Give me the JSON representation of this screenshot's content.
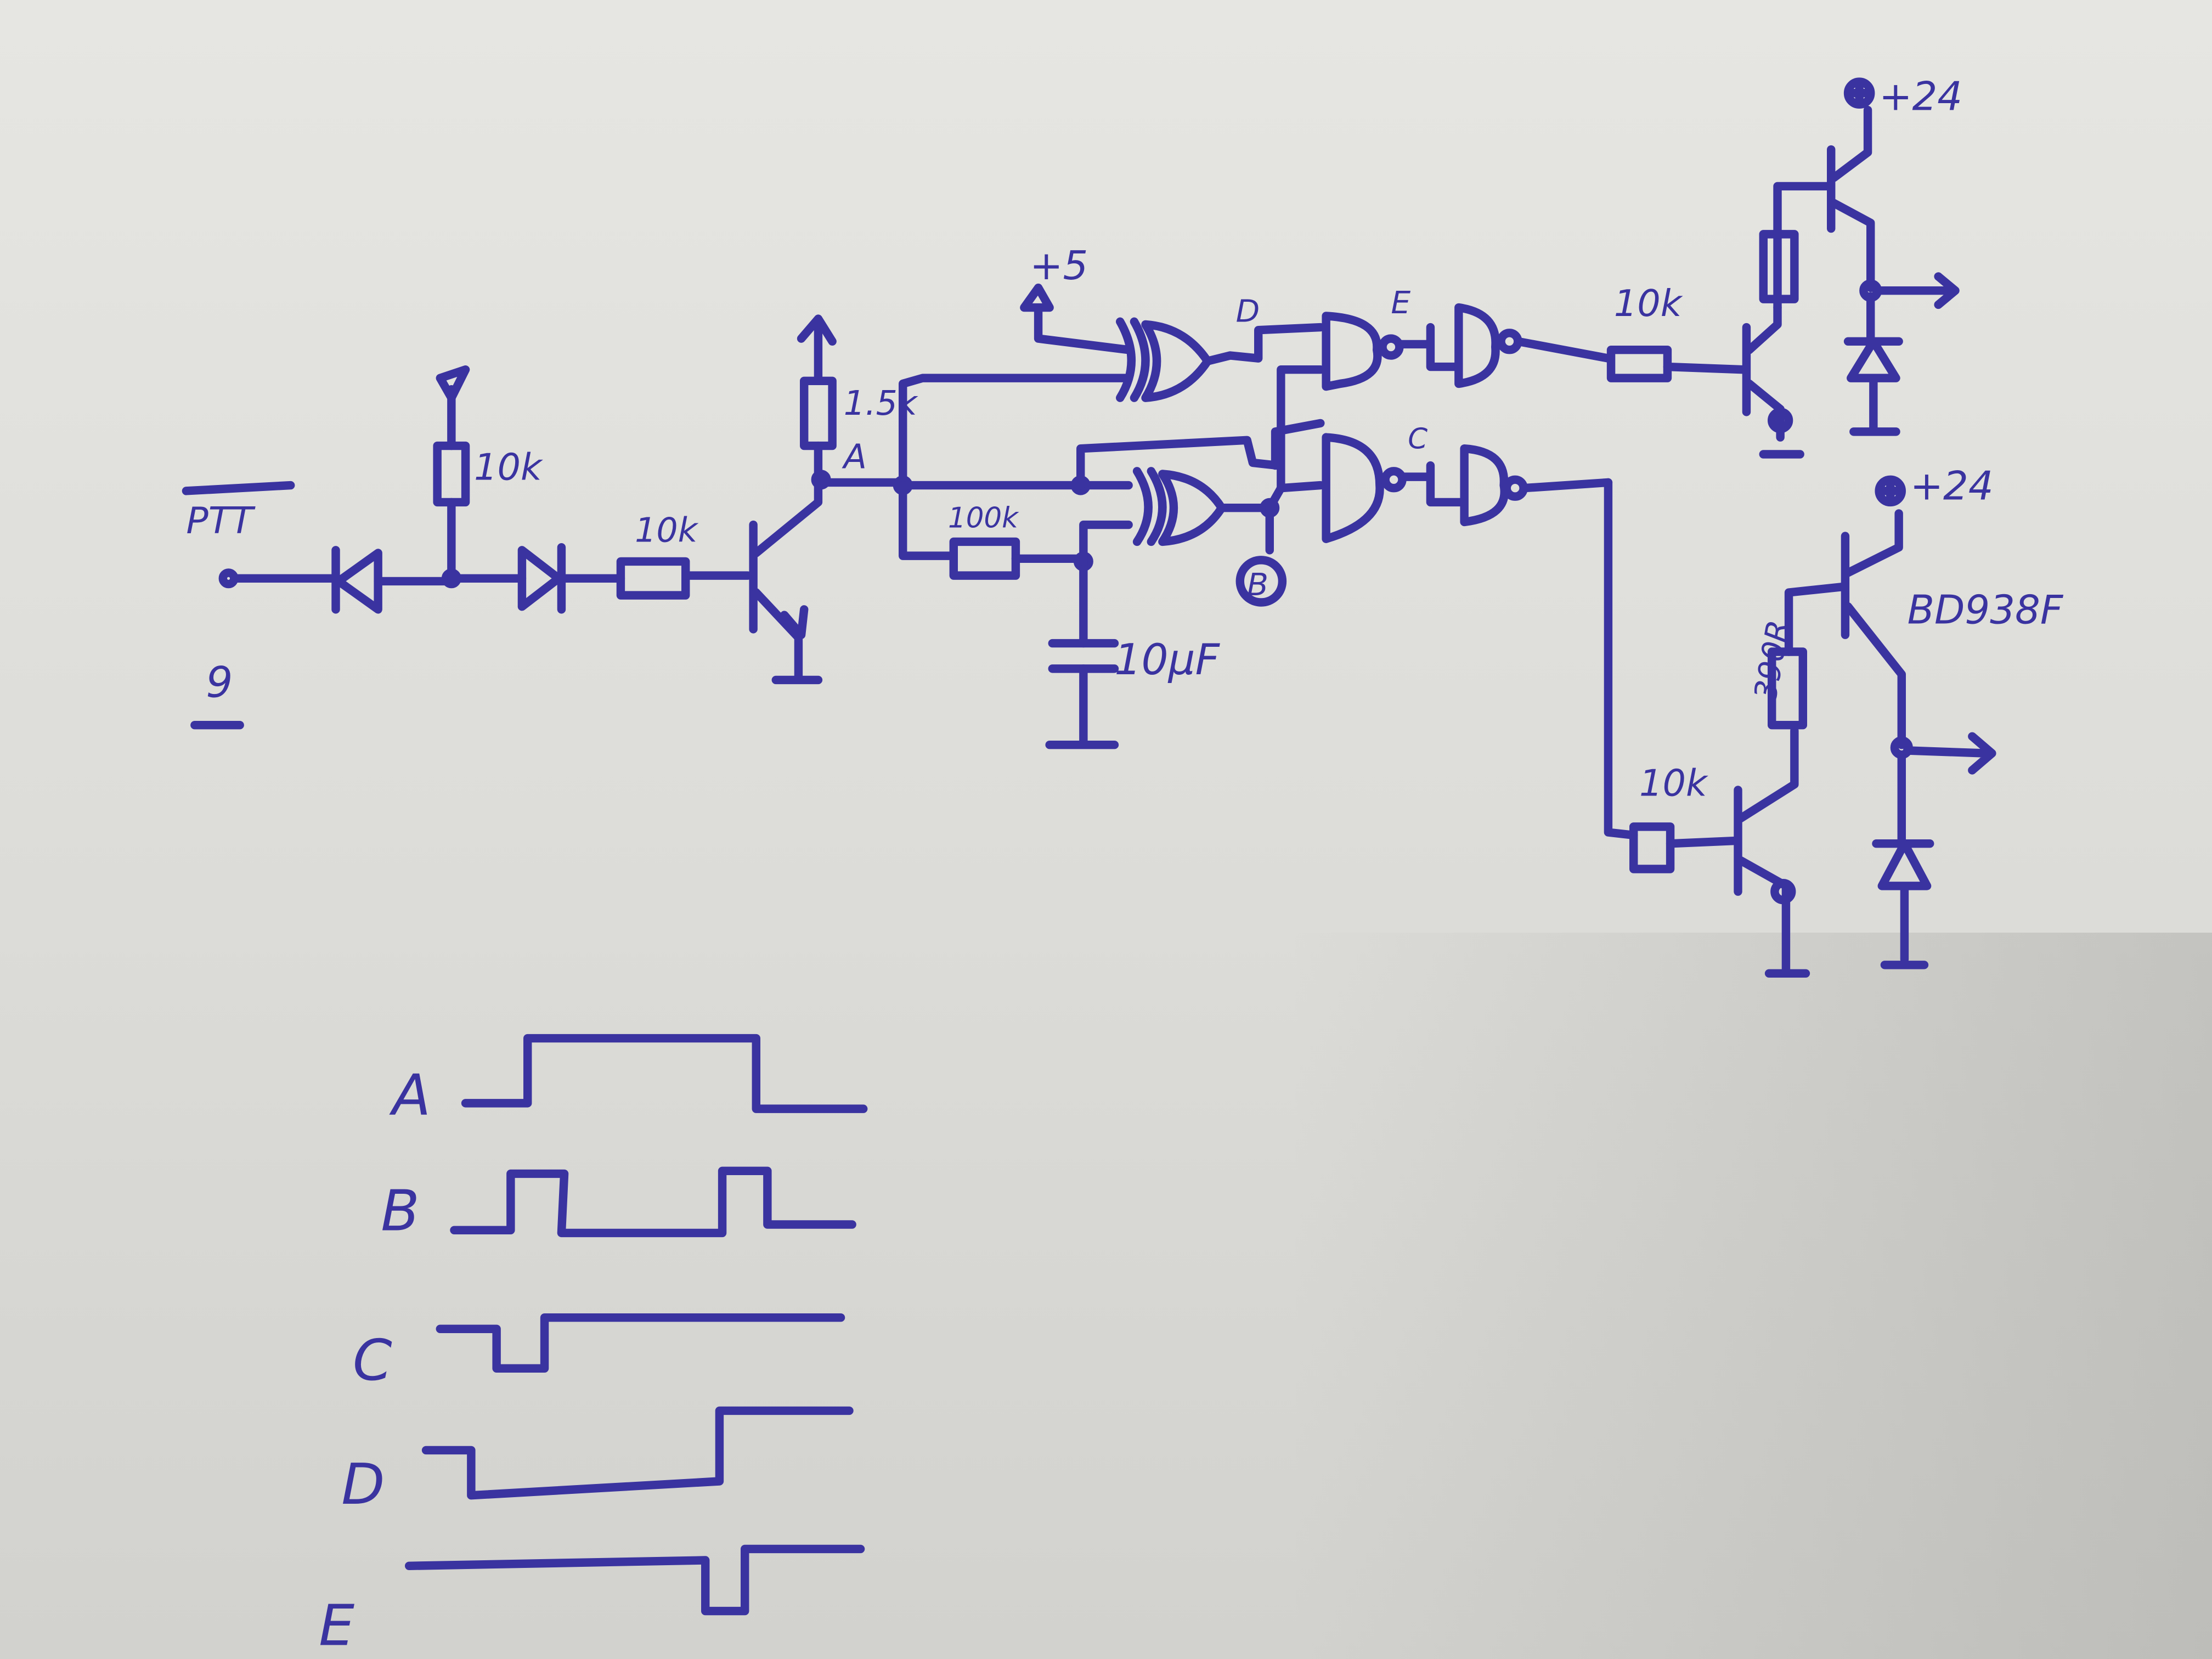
{
  "schematic": {
    "ptt_label": "PTT",
    "connector_pin": "9",
    "r_ptt_pullup": "10k",
    "r_base_in": "10k",
    "r_collector": "1.5k",
    "node_a": "A",
    "r_filter": "100k",
    "c_filter": "10µF",
    "supply_5v": "+5",
    "node_d": "D",
    "node_e": "E",
    "node_c": "C",
    "node_b": "B",
    "r_drive_top": "10k",
    "r_drive_bottom": "10k",
    "r_390": "390R",
    "supply_24v_top": "+24",
    "supply_24v_bottom": "+24",
    "transistor_label": "BD938F"
  },
  "timing": {
    "labels": [
      "A",
      "B",
      "C",
      "D",
      "E"
    ]
  },
  "colors": {
    "ink": "#3a33a0",
    "paper": "#e3e3df"
  }
}
